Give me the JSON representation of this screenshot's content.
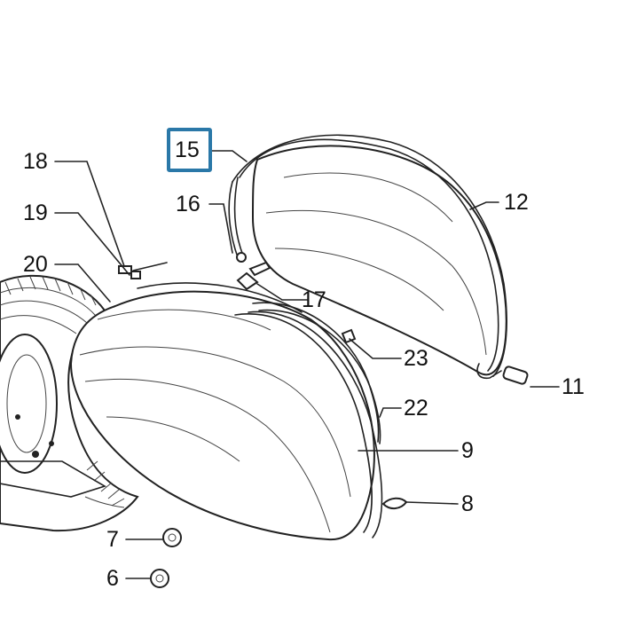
{
  "callouts": [
    {
      "id": "18",
      "text": "18"
    },
    {
      "id": "19",
      "text": "19"
    },
    {
      "id": "20",
      "text": "20"
    },
    {
      "id": "15",
      "text": "15",
      "highlighted": true
    },
    {
      "id": "16",
      "text": "16"
    },
    {
      "id": "12",
      "text": "12"
    },
    {
      "id": "17",
      "text": "17"
    },
    {
      "id": "23",
      "text": "23"
    },
    {
      "id": "22",
      "text": "22"
    },
    {
      "id": "11",
      "text": "11"
    },
    {
      "id": "9",
      "text": "9"
    },
    {
      "id": "8",
      "text": "8"
    },
    {
      "id": "7",
      "text": "7"
    },
    {
      "id": "6",
      "text": "6"
    }
  ],
  "colors": {
    "highlight_border": "#2a78a8",
    "line": "#222222",
    "background": "#ffffff"
  }
}
